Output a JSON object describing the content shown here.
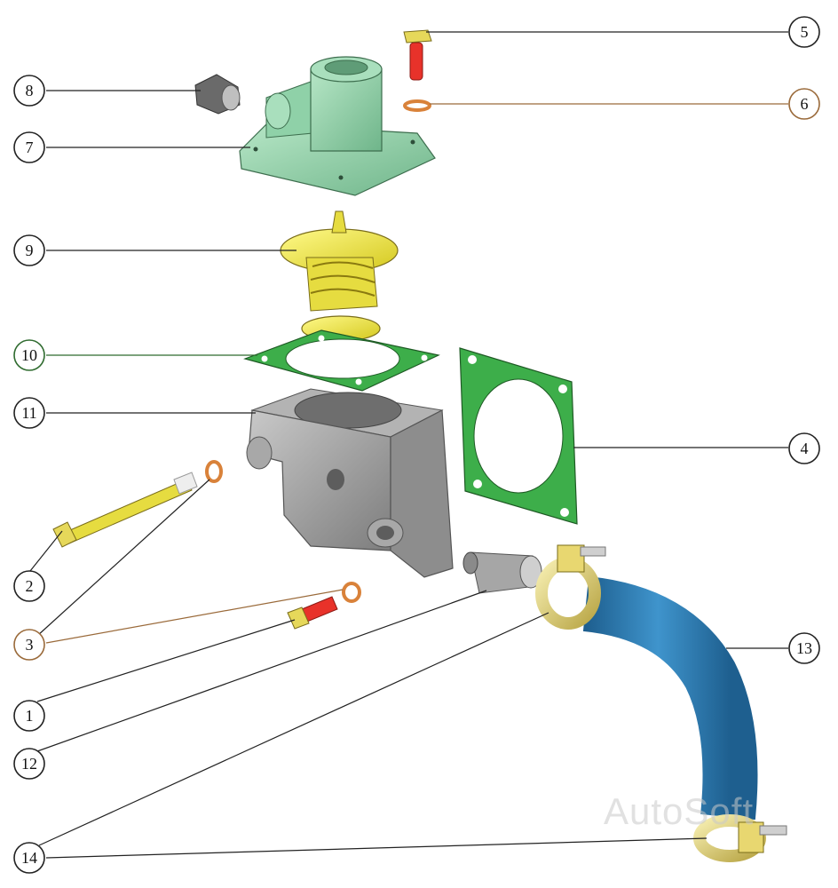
{
  "diagram": {
    "callouts": {
      "c1": "1",
      "c2": "2",
      "c3": "3",
      "c4": "4",
      "c5": "5",
      "c6": "6",
      "c7": "7",
      "c8": "8",
      "c9": "9",
      "c10": "10",
      "c11": "11",
      "c12": "12",
      "c13": "13",
      "c14": "14"
    },
    "watermark": "AutoSoft"
  },
  "colors": {
    "housing_cover": "#8fd1a8",
    "thermostat": "#f2ec3a",
    "gasket": "#3dae4a",
    "body": "#9a9a9a",
    "hose": "#2f7fb8",
    "bolt_red": "#e8322a",
    "washer": "#d9823a",
    "clamp": "#e8d770"
  }
}
